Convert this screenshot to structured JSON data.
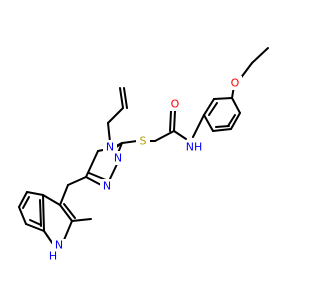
{
  "molecule": {
    "atoms": {
      "o_carbonyl": {
        "label": "O",
        "color": "#ff0000"
      },
      "n_amide": {
        "label": "NH",
        "color": "#0000ff"
      },
      "s_thioether": {
        "label": "S",
        "color": "#b8a000"
      },
      "n4_triazole": {
        "label": "N",
        "color": "#0000ff"
      },
      "n2_triazole": {
        "label": "N",
        "color": "#0000ff"
      },
      "n1_triazole": {
        "label": "N",
        "color": "#0000ff"
      },
      "o_ether": {
        "label": "O",
        "color": "#ff0000"
      },
      "nh_indole": {
        "label": "NH",
        "color": "#0000ff"
      },
      "h_indole": {
        "label": "H",
        "color": "#0000ff"
      }
    },
    "bond_color": "#000000",
    "background": "#ffffff"
  }
}
